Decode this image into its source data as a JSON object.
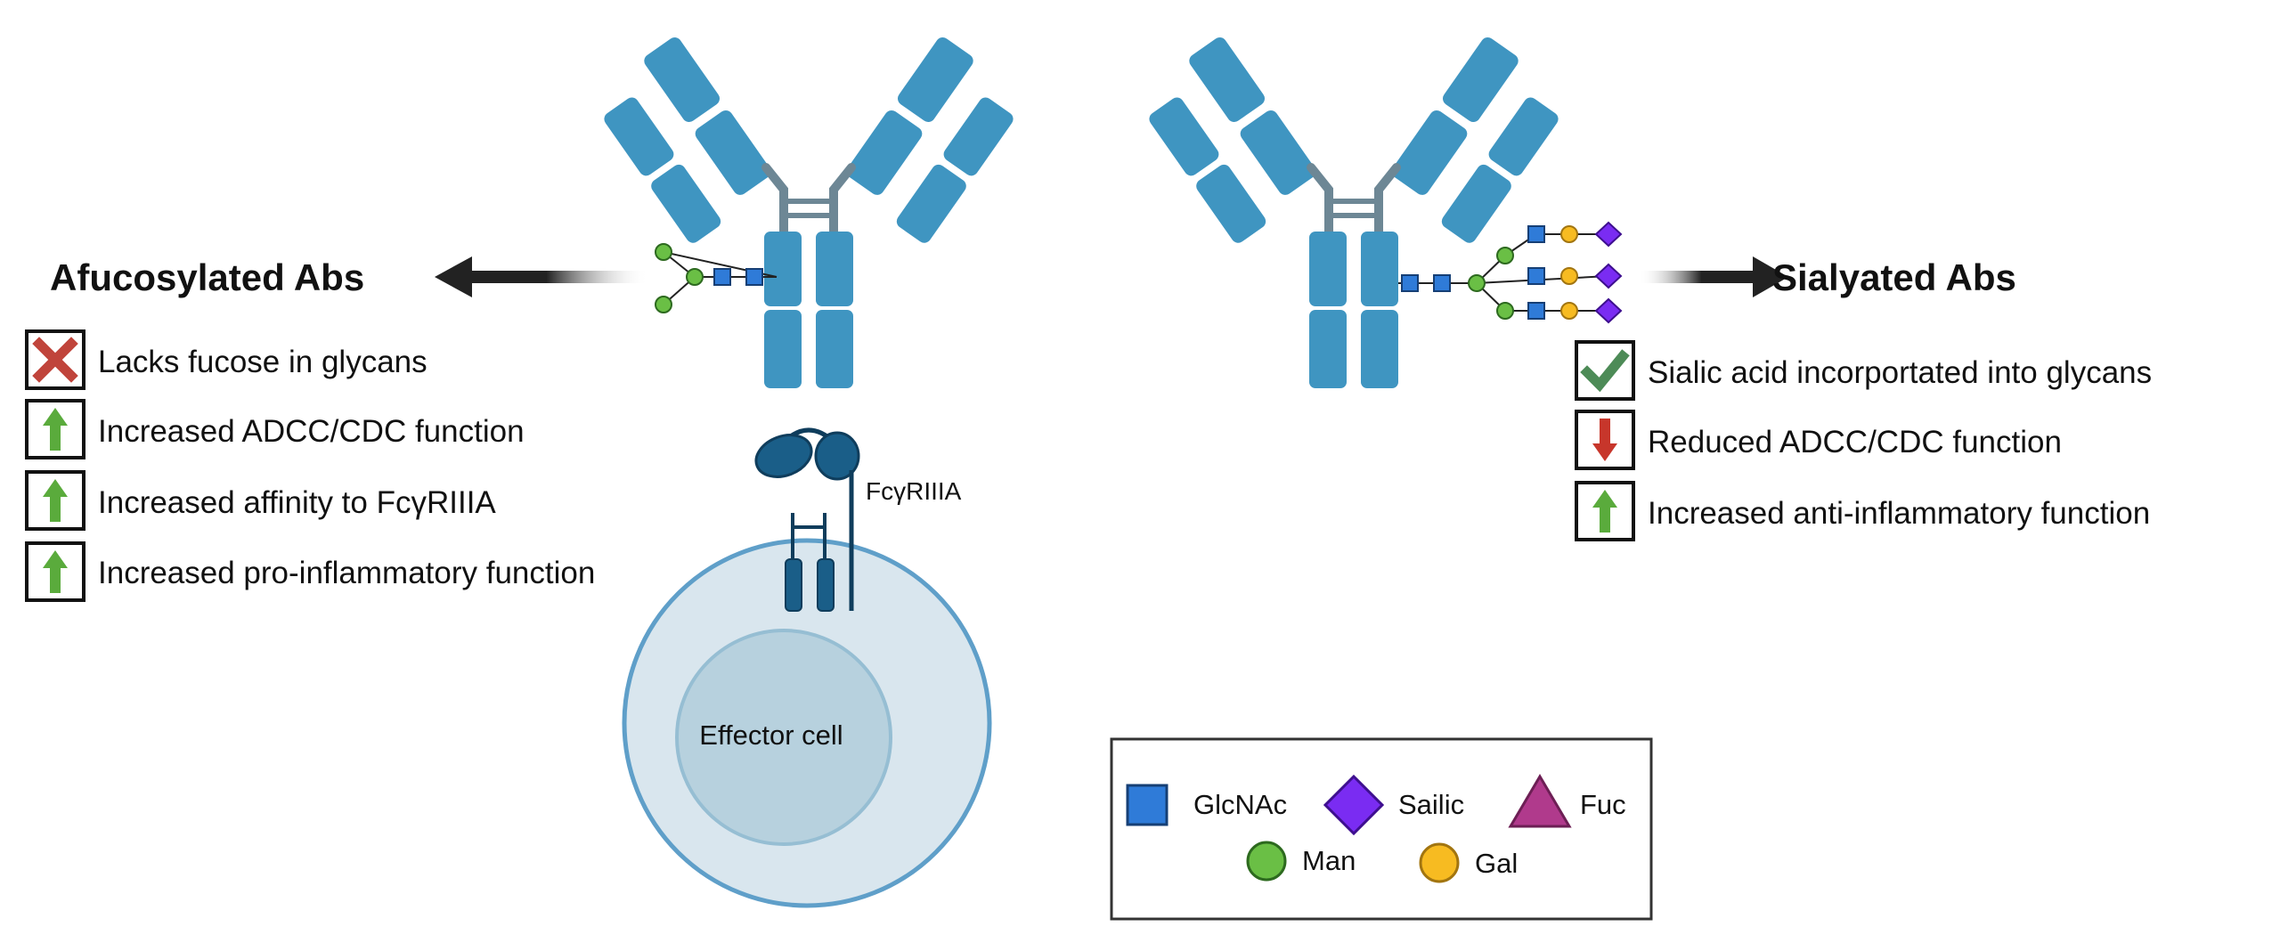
{
  "left_panel": {
    "title": "Afucosylated Abs",
    "items": [
      {
        "text": "Lacks fucose in glycans",
        "indicator": "cross-icon"
      },
      {
        "text": "Increased ADCC/CDC function",
        "indicator": "up-arrow-icon"
      },
      {
        "text": "Increased affinity to Fcγ​RIIIA",
        "indicator": "up-arrow-icon"
      },
      {
        "text": "Increased pro-inflammatory function",
        "indicator": "up-arrow-icon"
      }
    ]
  },
  "right_panel": {
    "title": "Sialyated Abs",
    "items": [
      {
        "text": "Sialic acid incorportated into glycans",
        "indicator": "check-icon"
      },
      {
        "text": "Reduced ADCC/CDC function",
        "indicator": "down-arrow-icon"
      },
      {
        "text": "Increased anti-inflammatory function",
        "indicator": "up-arrow-icon"
      }
    ]
  },
  "receptor_label": "FcγRIIIA",
  "cell_label": "Effector cell",
  "legend": {
    "items": [
      {
        "label": "GlcNAc",
        "shape": "square",
        "color": "#2f7bd8"
      },
      {
        "label": "Sailic",
        "shape": "diamond",
        "color": "#7a2cf2"
      },
      {
        "label": "Fuc",
        "shape": "triangle",
        "color": "#b03a8c"
      },
      {
        "label": "Man",
        "shape": "circle",
        "color": "#6abf45"
      },
      {
        "label": "Gal",
        "shape": "circle",
        "color": "#f7bb21"
      }
    ]
  },
  "colors": {
    "antibody": "#3f95c1",
    "hinge": "#6d8795",
    "receptor": "#1a5e88",
    "cell_outer_fill": "#d9e6ee",
    "cell_outer_stroke": "#5f9fc9",
    "cell_inner_fill": "#b7d1de",
    "cell_inner_stroke": "#96bed3",
    "up_arrow": "#5aab3c",
    "down_arrow": "#c7362b",
    "cross": "#c0443b",
    "check": "#4d8b57"
  }
}
